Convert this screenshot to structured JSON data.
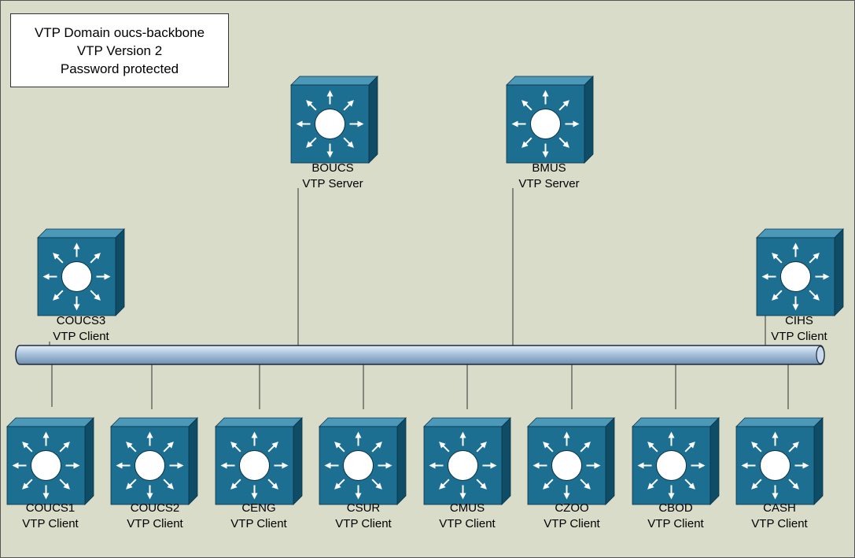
{
  "info": {
    "line1": "VTP Domain oucs-backbone",
    "line2": "VTP Version 2",
    "line3": "Password protected"
  },
  "icon": "layer3-switch-icon",
  "colors": {
    "background": "#d9dcc8",
    "switch_front": "#1d6f92",
    "switch_top": "#4c98b8",
    "switch_side": "#0f4d66",
    "bus": "#9cb9d6"
  },
  "switches": [
    {
      "id": "boucs",
      "name": "BOUCS",
      "role": "VTP Server"
    },
    {
      "id": "bmus",
      "name": "BMUS",
      "role": "VTP Server"
    },
    {
      "id": "coucs3",
      "name": "COUCS3",
      "role": "VTP Client"
    },
    {
      "id": "cihs",
      "name": "CIHS",
      "role": "VTP Client"
    },
    {
      "id": "coucs1",
      "name": "COUCS1",
      "role": "VTP Client"
    },
    {
      "id": "coucs2",
      "name": "COUCS2",
      "role": "VTP Client"
    },
    {
      "id": "ceng",
      "name": "CENG",
      "role": "VTP Client"
    },
    {
      "id": "csur",
      "name": "CSUR",
      "role": "VTP Client"
    },
    {
      "id": "cmus",
      "name": "CMUS",
      "role": "VTP Client"
    },
    {
      "id": "czoo",
      "name": "CZOO",
      "role": "VTP Client"
    },
    {
      "id": "cbod",
      "name": "CBOD",
      "role": "VTP Client"
    },
    {
      "id": "cash",
      "name": "CASH",
      "role": "VTP Client"
    }
  ]
}
